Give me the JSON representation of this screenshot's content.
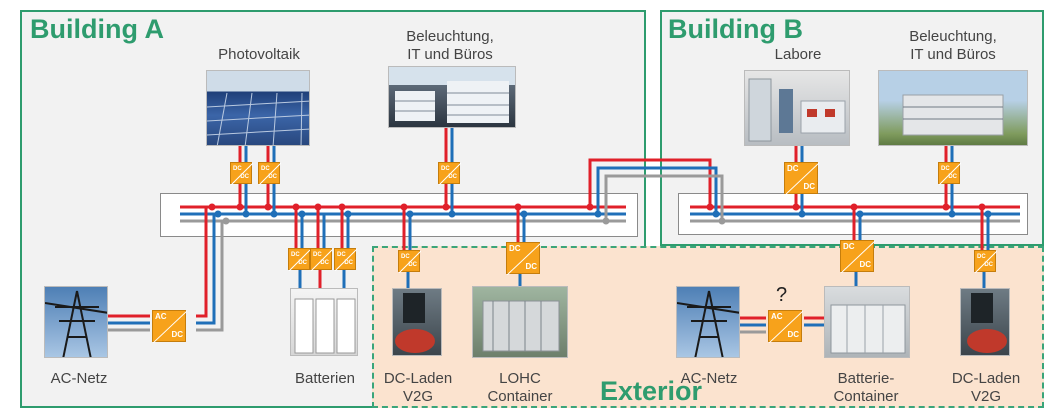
{
  "regions": {
    "building_a": "Building A",
    "building_b": "Building B",
    "exterior": "Exterior"
  },
  "labels": {
    "photovoltaik": "Photovoltaik",
    "beleuchtung_a_1": "Beleuchtung,",
    "beleuchtung_a_2": "IT und Büros",
    "labore": "Labore",
    "beleuchtung_b_1": "Beleuchtung,",
    "beleuchtung_b_2": "IT und Büros",
    "ac_netz_a": "AC-Netz",
    "batterien": "Batterien",
    "dc_laden_a_1": "DC-Laden",
    "dc_laden_a_2": "V2G",
    "lohc_1": "LOHC",
    "lohc_2": "Container",
    "ac_netz_ext": "AC-Netz",
    "batterie_container_1": "Batterie-",
    "batterie_container_2": "Container",
    "dc_laden_b_1": "DC-Laden",
    "dc_laden_b_2": "V2G",
    "question": "?"
  },
  "converters": {
    "dc": "DC",
    "ac": "AC"
  },
  "colors": {
    "accent_green": "#2e9c6e",
    "line_red": "#e0202a",
    "line_blue": "#1f6fb8",
    "line_gray": "#9a9a9a",
    "converter_orange": "#f7a21b",
    "exterior_fill": "#fbe3cf"
  }
}
